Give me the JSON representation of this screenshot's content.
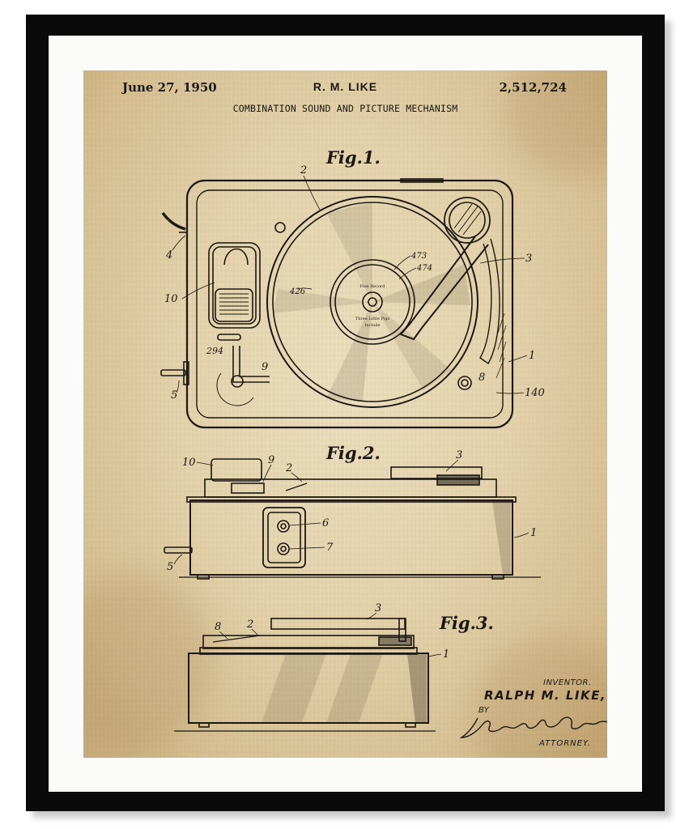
{
  "patent": {
    "date": "June 27, 1950",
    "inventor_header": "R. M. LIKE",
    "number": "2,512,724",
    "title": "COMBINATION SOUND AND PICTURE MECHANISM"
  },
  "figures": {
    "fig1": "Fig.1.",
    "fig2": "Fig.2.",
    "fig3": "Fig.3."
  },
  "labels": {
    "fig1": [
      "2",
      "4",
      "10",
      "3",
      "473",
      "474",
      "426",
      "294",
      "9",
      "5",
      "1",
      "8",
      "140"
    ],
    "fig2": [
      "10",
      "9",
      "2",
      "3",
      "6",
      "7",
      "1",
      "5"
    ],
    "fig3": [
      "3",
      "8",
      "2",
      "1"
    ]
  },
  "record_label_text": [
    "Fine Record",
    "Three Little Pigs",
    "Include"
  ],
  "signature_block": {
    "title": "INVENTOR.",
    "name": "RALPH M. LIKE,",
    "by": "BY",
    "role": "ATTORNEY.",
    "signature": "J. Calvin Brown"
  },
  "colors": {
    "frame": "#0a0a0a",
    "mat": "#fbfbfa",
    "paper": "#e7d6b0",
    "ink": "#1c1711"
  }
}
